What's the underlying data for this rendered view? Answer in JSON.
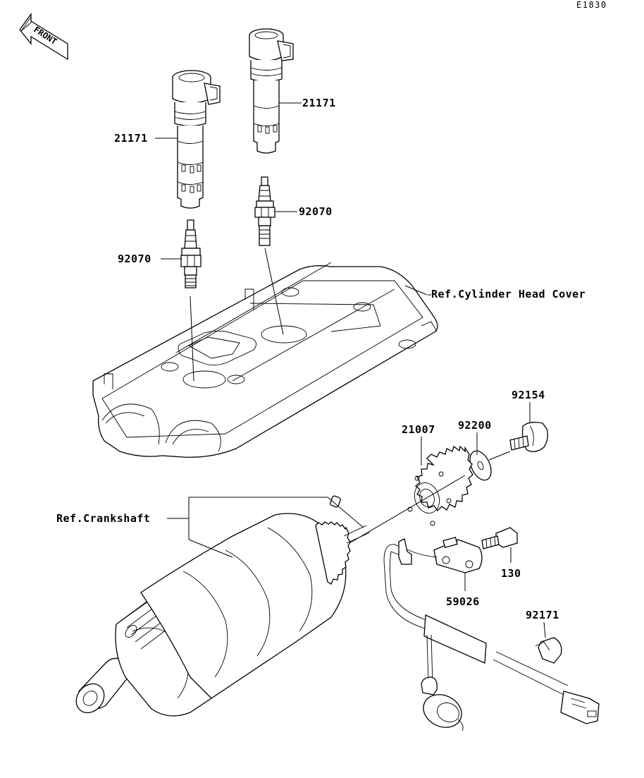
{
  "diagram_code": "E1830",
  "front_badge": "FRONT",
  "labels": {
    "coil_left": "21171",
    "coil_right": "21171",
    "plug_left": "92070",
    "plug_right": "92070",
    "ref_cylinder_head_cover": "Ref.Cylinder Head Cover",
    "ref_crankshaft": "Ref.Crankshaft",
    "bolt": "92154",
    "washer": "92200",
    "rotor": "21007",
    "bolt_small": "130",
    "pickup_coil": "59026",
    "clamp": "92171"
  }
}
